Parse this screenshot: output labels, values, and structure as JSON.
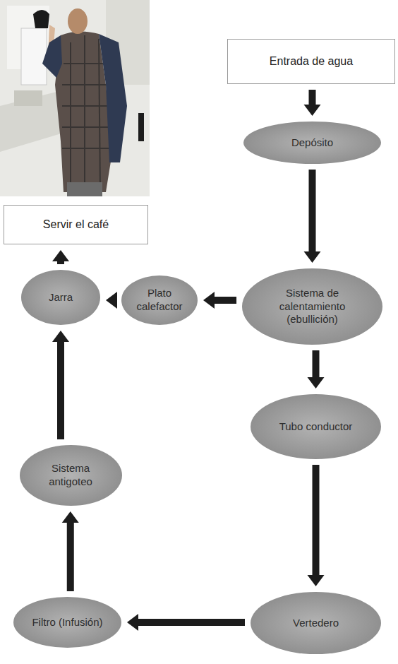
{
  "diagram": {
    "nodes": [
      {
        "text": [
          "Entrada de agua"
        ]
      },
      {
        "text": [
          "Depósito"
        ]
      },
      {
        "text": [
          "Sistema de calentamiento (ebullición)"
        ]
      },
      {
        "text": [
          "Plato calefactor"
        ]
      },
      {
        "text": [
          "Jarra"
        ]
      },
      {
        "text": [
          "Servir el café"
        ]
      },
      {
        "text": [
          "Tubo conductor"
        ]
      },
      {
        "text": [
          "Vertedero"
        ]
      },
      {
        "text": [
          "Filtro (Infusión)"
        ]
      },
      {
        "text": [
          "Sistema antigoteo"
        ]
      }
    ],
    "edges": [
      {
        "from": 0,
        "to": 1,
        "arrow": "to"
      },
      {
        "from": 1,
        "to": 2,
        "arrow": "to"
      },
      {
        "from": 2,
        "to": 3,
        "arrow": "to"
      },
      {
        "from": 3,
        "to": 4,
        "arrow": "to"
      },
      {
        "from": 4,
        "to": 5,
        "arrow": "to"
      },
      {
        "from": 2,
        "to": 6,
        "arrow": "to"
      },
      {
        "from": 6,
        "to": 7,
        "arrow": "to"
      },
      {
        "from": 7,
        "to": 8,
        "arrow": "to"
      },
      {
        "from": 8,
        "to": 9,
        "arrow": "to"
      },
      {
        "from": 9,
        "to": 4,
        "arrow": "to"
      }
    ]
  }
}
